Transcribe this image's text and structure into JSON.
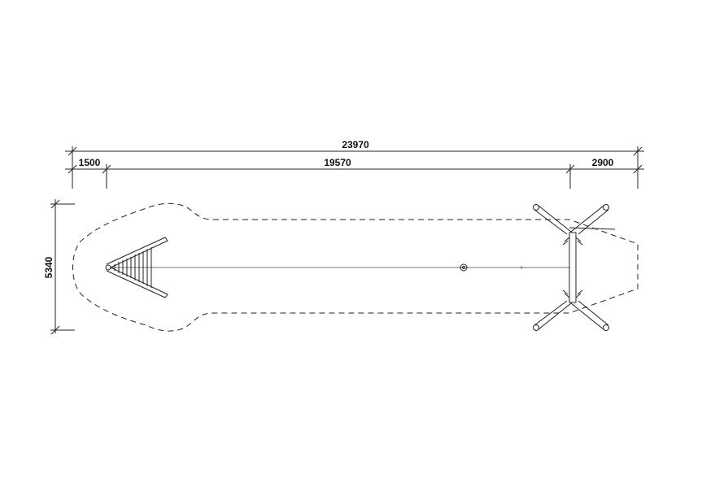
{
  "dimensions": {
    "overall_length": "23970",
    "left_offset": "1500",
    "main_span": "19570",
    "right_offset": "2900",
    "width": "5340"
  }
}
